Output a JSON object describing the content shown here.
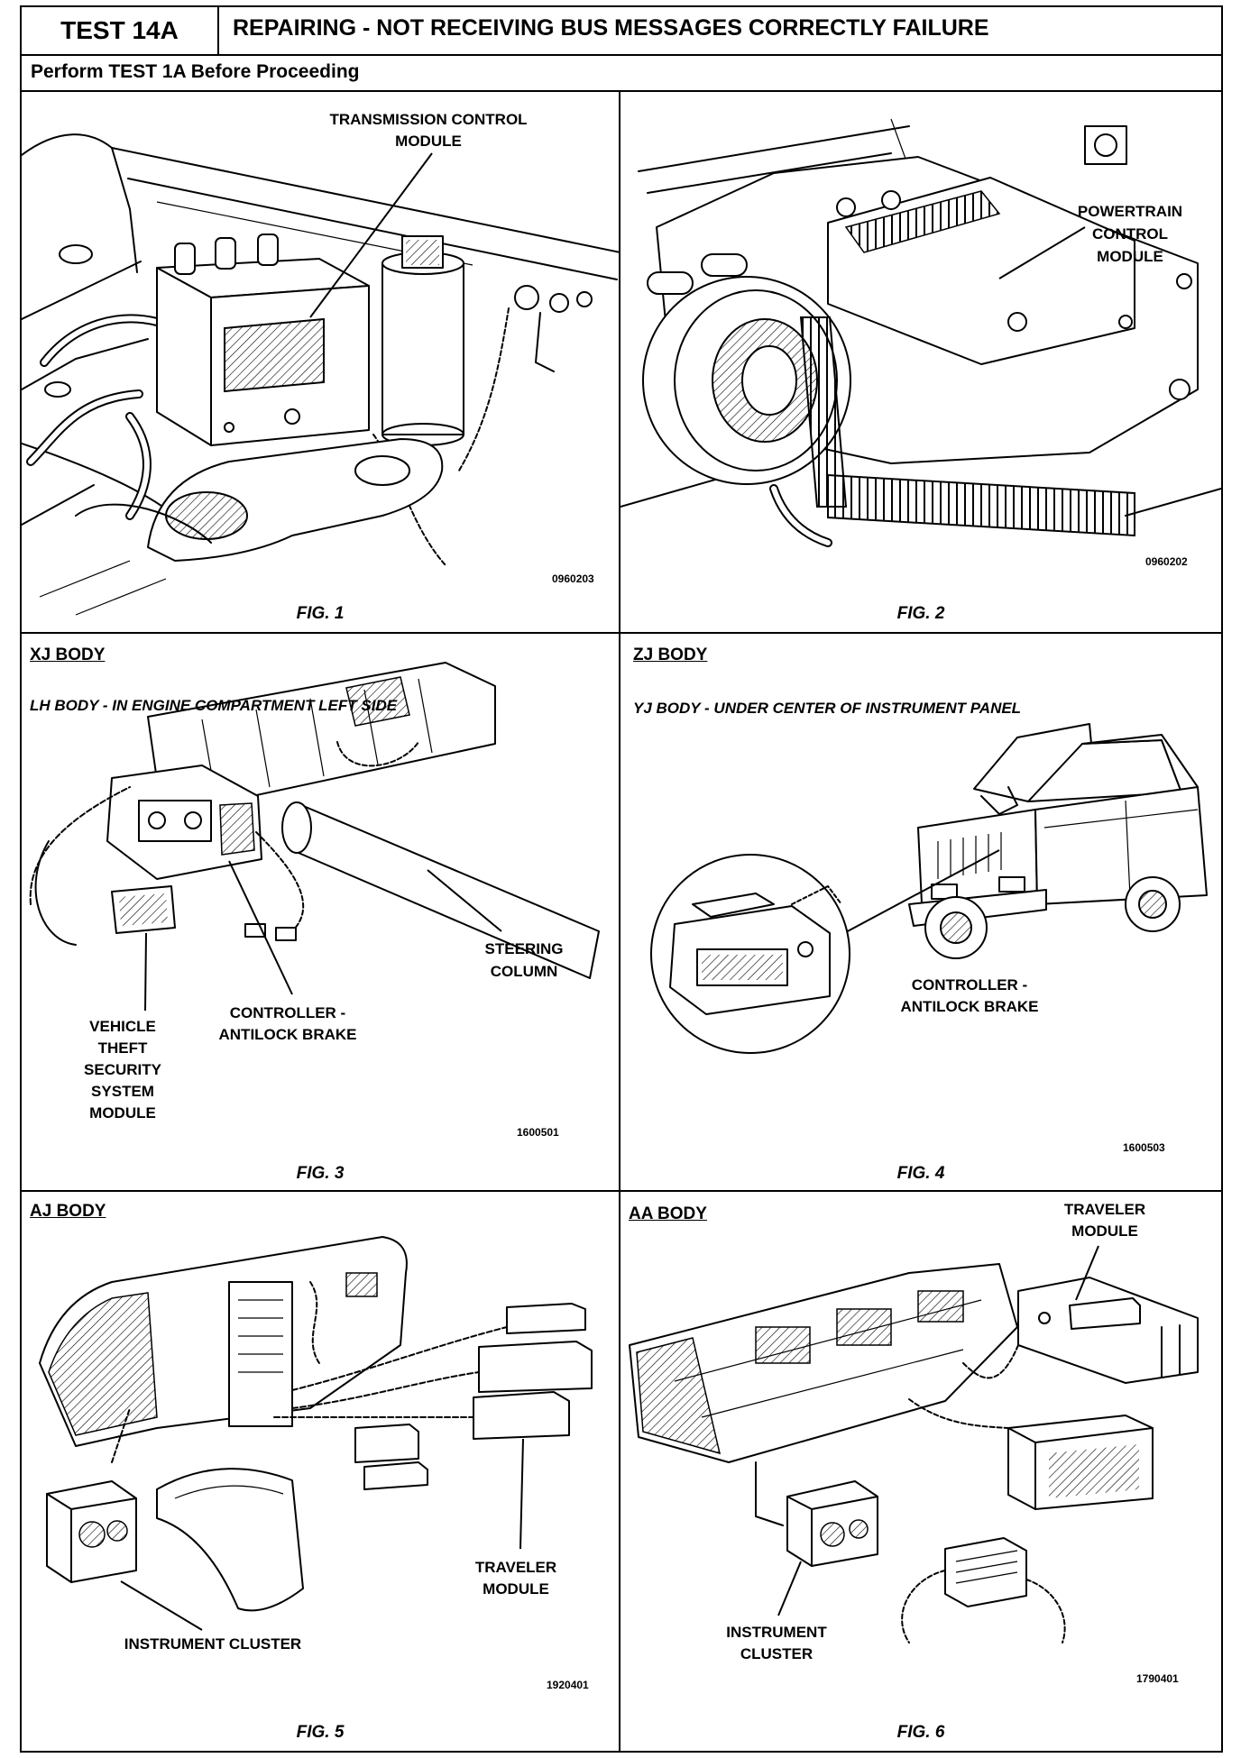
{
  "header": {
    "test_id": "TEST 14A",
    "title": "REPAIRING - NOT RECEIVING BUS MESSAGES CORRECTLY FAILURE",
    "prerequisite": "Perform TEST 1A Before Proceeding"
  },
  "figures": [
    {
      "caption": "FIG. 1",
      "code": "0960203",
      "callouts": [
        {
          "lines": [
            "TRANSMISSION CONTROL",
            "MODULE"
          ]
        }
      ]
    },
    {
      "caption": "FIG. 2",
      "code": "0960202",
      "callouts": [
        {
          "lines": [
            "POWERTRAIN",
            "CONTROL",
            "MODULE"
          ]
        }
      ]
    },
    {
      "caption": "FIG. 3",
      "code": "1600501",
      "heading": "XJ BODY",
      "subheading": "LH BODY - IN ENGINE COMPARTMENT LEFT SIDE",
      "callouts": [
        {
          "lines": [
            "STEERING",
            "COLUMN"
          ]
        },
        {
          "lines": [
            "CONTROLLER -",
            "ANTILOCK BRAKE"
          ]
        },
        {
          "lines": [
            "VEHICLE",
            "THEFT",
            "SECURITY",
            "SYSTEM",
            "MODULE"
          ]
        }
      ]
    },
    {
      "caption": "FIG. 4",
      "code": "1600503",
      "heading": "ZJ BODY",
      "subheading": "YJ BODY - UNDER CENTER OF INSTRUMENT PANEL",
      "callouts": [
        {
          "lines": [
            "CONTROLLER -",
            "ANTILOCK BRAKE"
          ]
        }
      ]
    },
    {
      "caption": "FIG. 5",
      "code": "1920401",
      "heading": "AJ BODY",
      "callouts": [
        {
          "lines": [
            "TRAVELER",
            "MODULE"
          ]
        },
        {
          "lines": [
            "INSTRUMENT CLUSTER"
          ]
        }
      ]
    },
    {
      "caption": "FIG. 6",
      "code": "1790401",
      "heading": "AA BODY",
      "callouts": [
        {
          "lines": [
            "TRAVELER",
            "MODULE"
          ]
        },
        {
          "lines": [
            "INSTRUMENT",
            "CLUSTER"
          ]
        }
      ]
    }
  ]
}
